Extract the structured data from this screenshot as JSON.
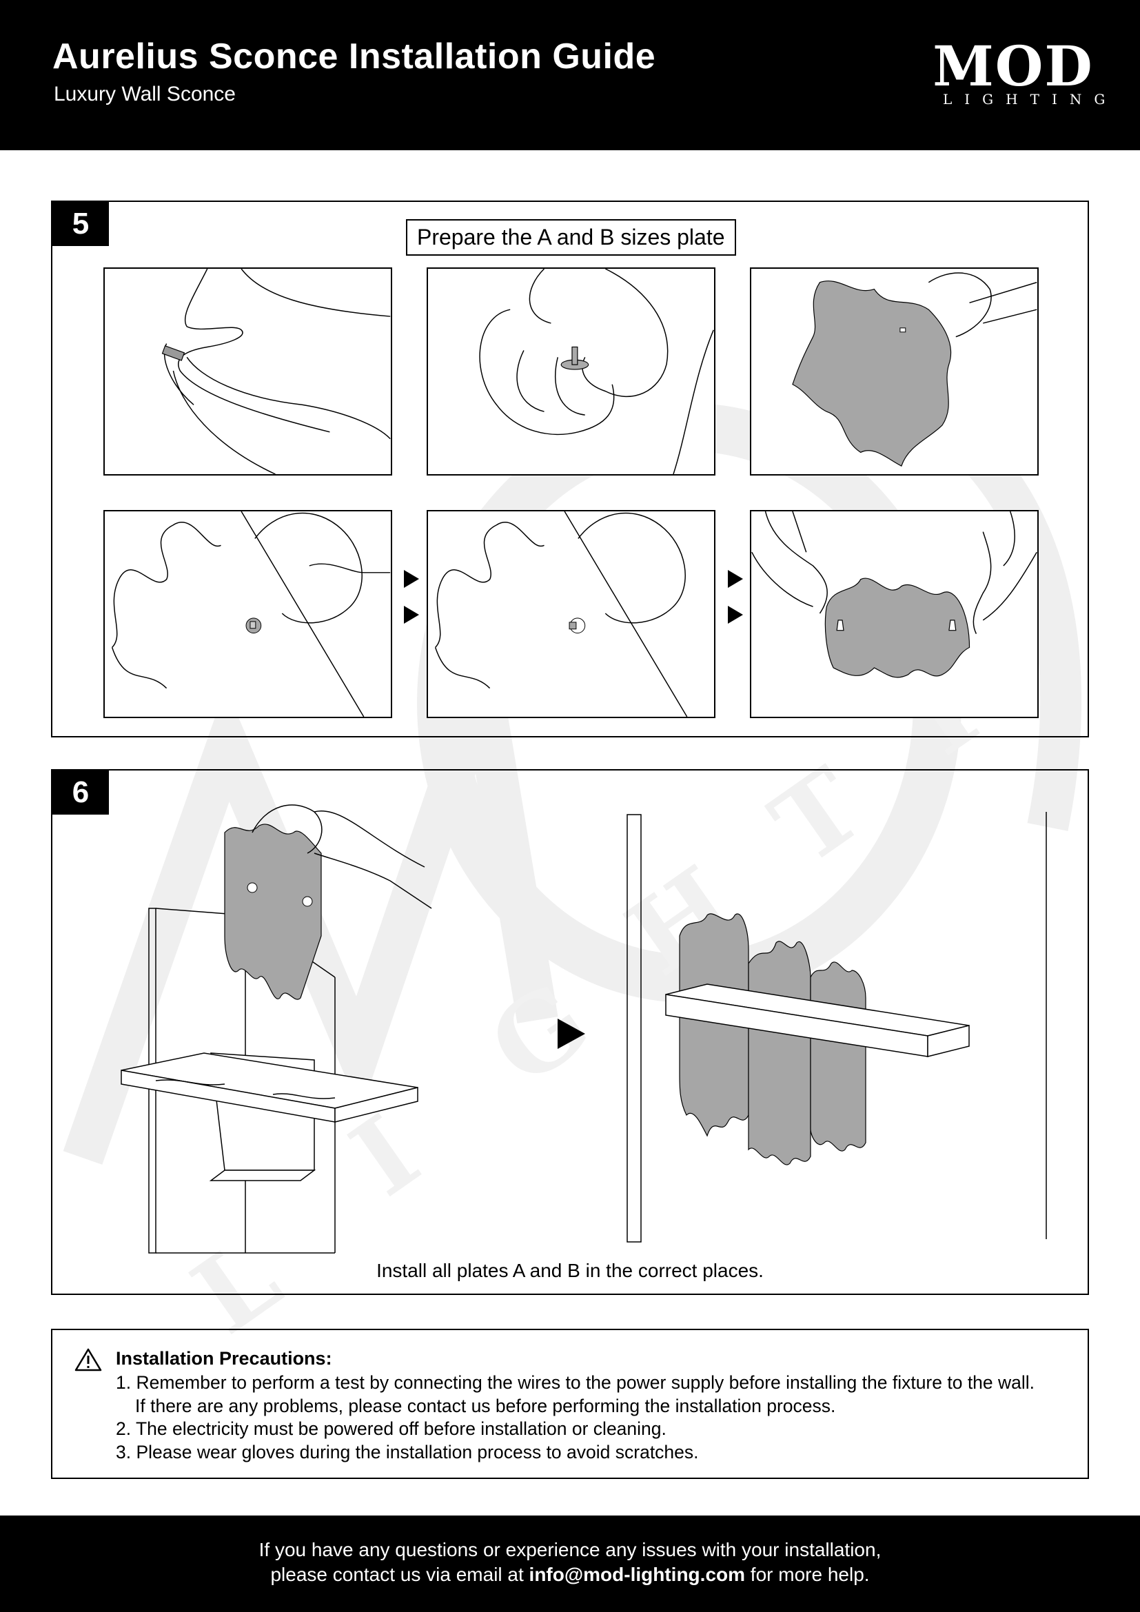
{
  "header": {
    "title": "Aurelius Sconce Installation Guide",
    "subtitle": "Luxury Wall Sconce",
    "logo_main": "MOD",
    "logo_sub": "LIGHTING"
  },
  "step5": {
    "number": "5",
    "title": "Prepare the A and B sizes plate"
  },
  "step6": {
    "number": "6",
    "caption": "Install all plates A and B in the correct places."
  },
  "precautions": {
    "heading": "Installation Precautions:",
    "item1_line1": "1. Remember to perform a test by connecting the wires to the power supply before installing the fixture to the wall.",
    "item1_line2": "If there are any problems, please contact us before performing the installation process.",
    "item2": "2. The electricity must be powered off before installation or cleaning.",
    "item3": "3. Please wear gloves during the installation process to avoid scratches."
  },
  "footer": {
    "line1": "If you have any questions or experience any issues with your installation,",
    "line2_pre": "please contact us via email at ",
    "email": "info@mod-lighting.com",
    "line2_post": " for more help."
  },
  "colors": {
    "plate_gray": "#a6a6a6",
    "black": "#000000",
    "watermark": "#eeeeee"
  },
  "icons": [
    "warning-icon",
    "arrow-right-icon"
  ]
}
